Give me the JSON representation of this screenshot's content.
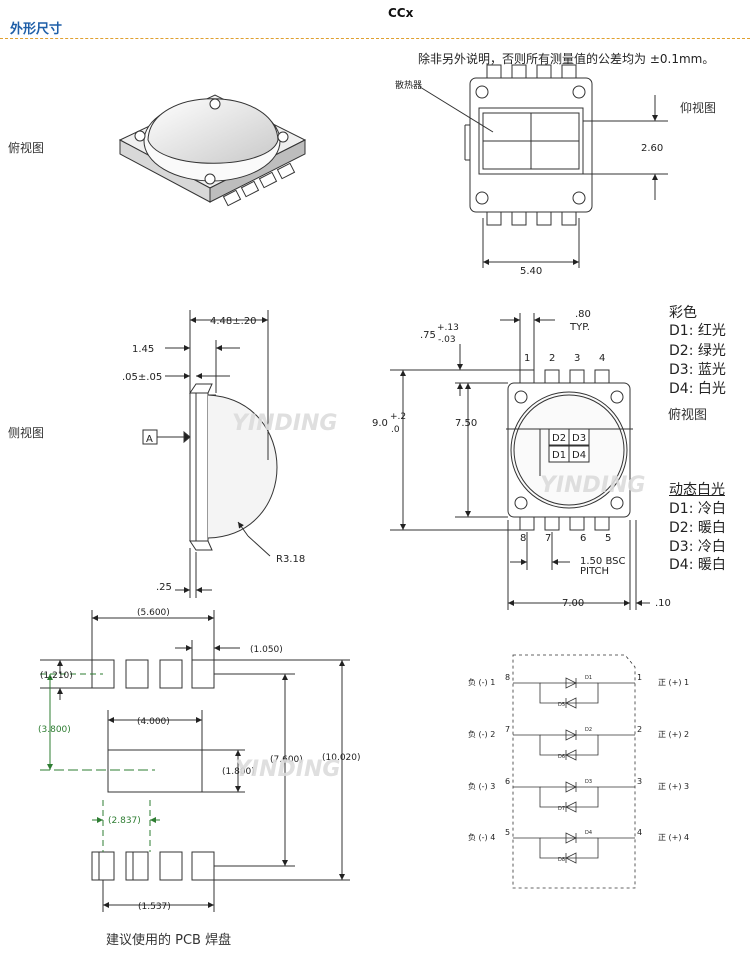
{
  "header": {
    "title": "外形尺寸",
    "model": "CCx"
  },
  "tolerance_note": "除非另外说明，否则所有测量值的公差均为 ±0.1mm。",
  "views": {
    "top_view": "俯视图",
    "bottom_view": "仰视图",
    "side_view": "侧视图",
    "top_view_2": "俯视图",
    "pcb_pad": "建议使用的 PCB 焊盘"
  },
  "bottom": {
    "heatsink": "散热器",
    "dim_2_60": "2.60",
    "dim_5_40": "5.40"
  },
  "side": {
    "dim_448": "4.48±.20",
    "dim_145": "1.45",
    "dim_005": ".05±.05",
    "datum": "A",
    "radius": "R3.18",
    "dim_025": ".25"
  },
  "top": {
    "dim_80": ".80",
    "typ": "TYP.",
    "dim_75": ".75",
    "tol_plus13": "+.13",
    "tol_minus03": "-.03",
    "dim_90": "9.0",
    "tol_plus2": "+.2",
    "tol_zero": ".0",
    "dim_750": "7.50",
    "dim_700": "7.00",
    "dim_10": ".10",
    "pitch_1": "1.50 BSC",
    "pitch_2": "PITCH",
    "pins_top": [
      "1",
      "2",
      "3",
      "4"
    ],
    "pins_bottom": [
      "8",
      "7",
      "6",
      "5"
    ],
    "dies": [
      "D2",
      "D3",
      "D1",
      "D4"
    ]
  },
  "legend_color": {
    "title": "彩色",
    "items": [
      "D1: 红光",
      "D2: 绿光",
      "D3: 蓝光",
      "D4: 白光"
    ]
  },
  "legend_white": {
    "title": "动态白光",
    "items": [
      "D1: 冷白",
      "D2: 暖白",
      "D3: 冷白",
      "D4: 暖白"
    ]
  },
  "pcb": {
    "d5600": "(5.600)",
    "d1050": "(1.050)",
    "d1210": "(1.210)",
    "d4000": "(4.000)",
    "d3800": "(3.800)",
    "d1800": "(1.800)",
    "d7600": "(7.600)",
    "d10020": "(10.020)",
    "d2837": "(2.837)",
    "d1537": "(1.537)"
  },
  "schematic": {
    "neg": [
      "负 (-) 1",
      "负 (-) 2",
      "负 (-) 3",
      "负 (-) 4"
    ],
    "pos": [
      "正 (+) 1",
      "正 (+) 2",
      "正 (+) 3",
      "正 (+) 4"
    ],
    "left_pins": [
      "8",
      "7",
      "6",
      "5"
    ],
    "right_pins": [
      "1",
      "2",
      "3",
      "4"
    ],
    "diodes": [
      "D1",
      "D5",
      "D2",
      "D6",
      "D3",
      "D7",
      "D4",
      "D8"
    ]
  },
  "watermark": "YINDING"
}
